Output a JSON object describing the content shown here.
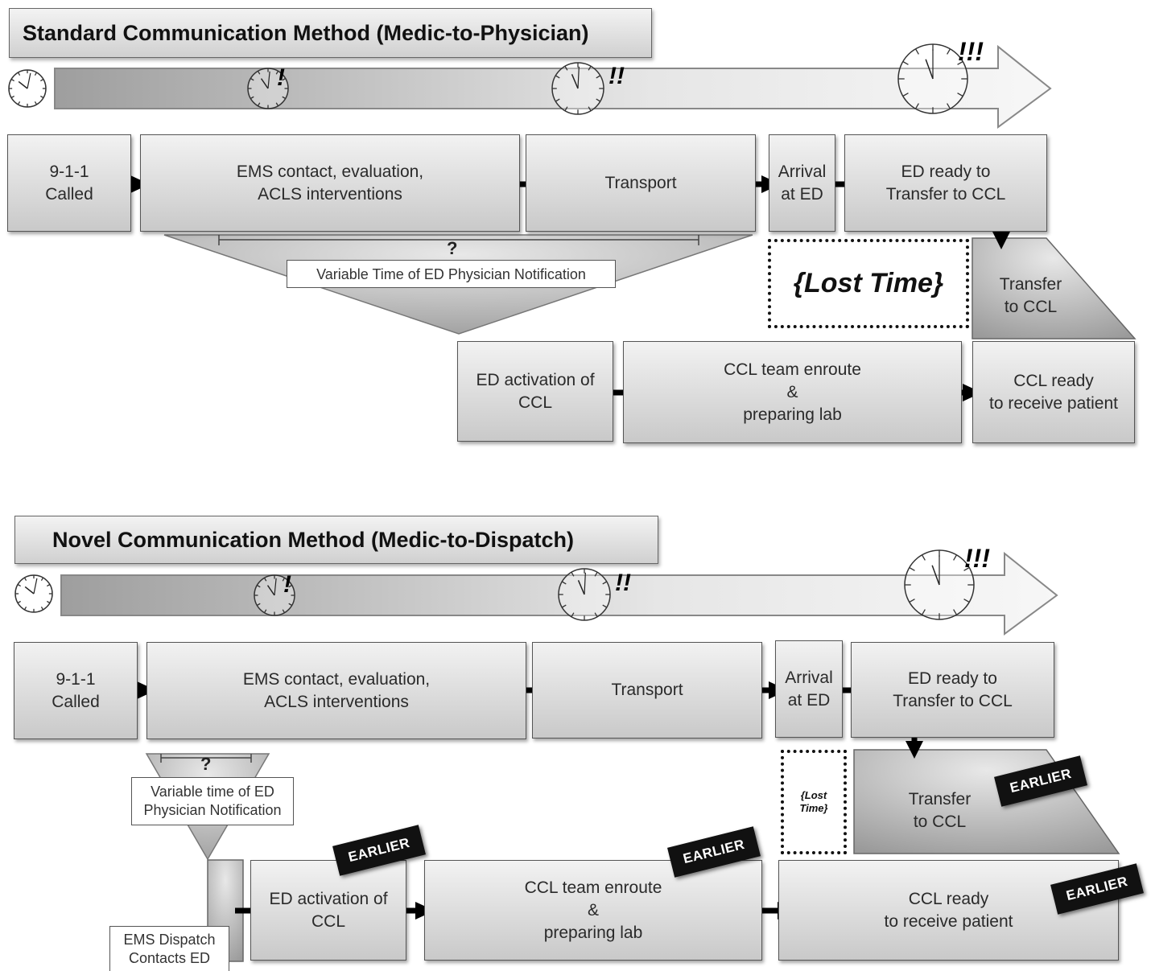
{
  "standard": {
    "title": "Standard Communication Method (Medic-to-Physician)",
    "marks": [
      "!",
      "!!",
      "!!!"
    ],
    "steps": {
      "called": "9-1-1\nCalled",
      "ems": "EMS contact, evaluation,\nACLS interventions",
      "transport": "Transport",
      "arrival": "Arrival\nat ED",
      "ed_ready": "ED ready to\nTransfer to CCL",
      "transfer": "Transfer\nto CCL",
      "activation": "ED activation of\nCCL",
      "enroute": "CCL team enroute\n&\npreparing lab",
      "ccl_ready": "CCL ready\nto receive patient"
    },
    "question": "?",
    "notification": "Variable Time of ED Physician Notification",
    "lost_time": "{Lost Time}"
  },
  "novel": {
    "title": "Novel Communication Method (Medic-to-Dispatch)",
    "marks": [
      "!",
      "!!",
      "!!!"
    ],
    "steps": {
      "called": "9-1-1\nCalled",
      "ems": "EMS contact, evaluation,\nACLS interventions",
      "transport": "Transport",
      "arrival": "Arrival\nat ED",
      "ed_ready": "ED ready to\nTransfer to CCL",
      "transfer": "Transfer\nto CCL",
      "activation": "ED activation of\nCCL",
      "enroute": "CCL team enroute\n&\npreparing lab",
      "ccl_ready": "CCL ready\nto receive patient"
    },
    "question": "?",
    "notification": "Variable time of ED\nPhysician Notification",
    "dispatch": "EMS Dispatch\nContacts ED",
    "lost_time": "{Lost\nTime}",
    "earlier": "EARLIER"
  }
}
